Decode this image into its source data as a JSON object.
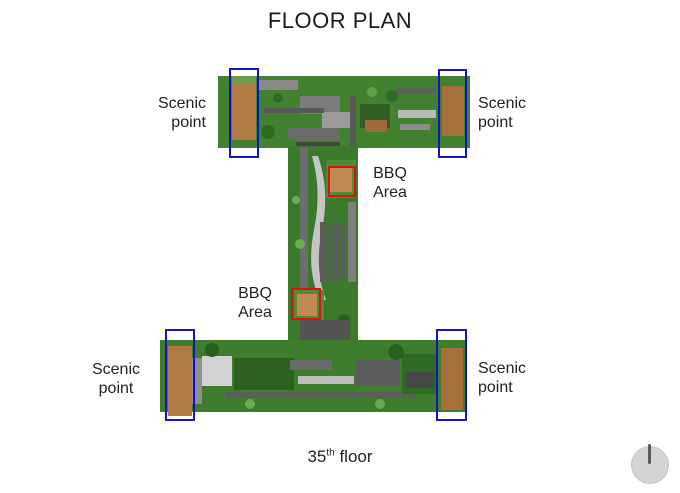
{
  "title": "FLOOR PLAN",
  "labels": {
    "scenic_top_left": [
      "Scenic",
      "point"
    ],
    "scenic_top_right": [
      "Scenic",
      "point"
    ],
    "scenic_bottom_left": [
      "Scenic",
      "point"
    ],
    "scenic_bottom_right": [
      "Scenic",
      "point"
    ],
    "bbq_upper": [
      "BBQ",
      "Area"
    ],
    "bbq_lower": [
      "BBQ",
      "Area"
    ]
  },
  "floor_caption": {
    "number": "35",
    "suffix": "th",
    "word": " floor"
  },
  "colors": {
    "scenic_highlight": "#1212c8",
    "bbq_highlight": "#e01010",
    "lawn": "#3f7a2e",
    "path": "#5a5a5a",
    "deck": "#b27a45"
  },
  "icons": {
    "scroll_control": "dial-knob-icon"
  }
}
